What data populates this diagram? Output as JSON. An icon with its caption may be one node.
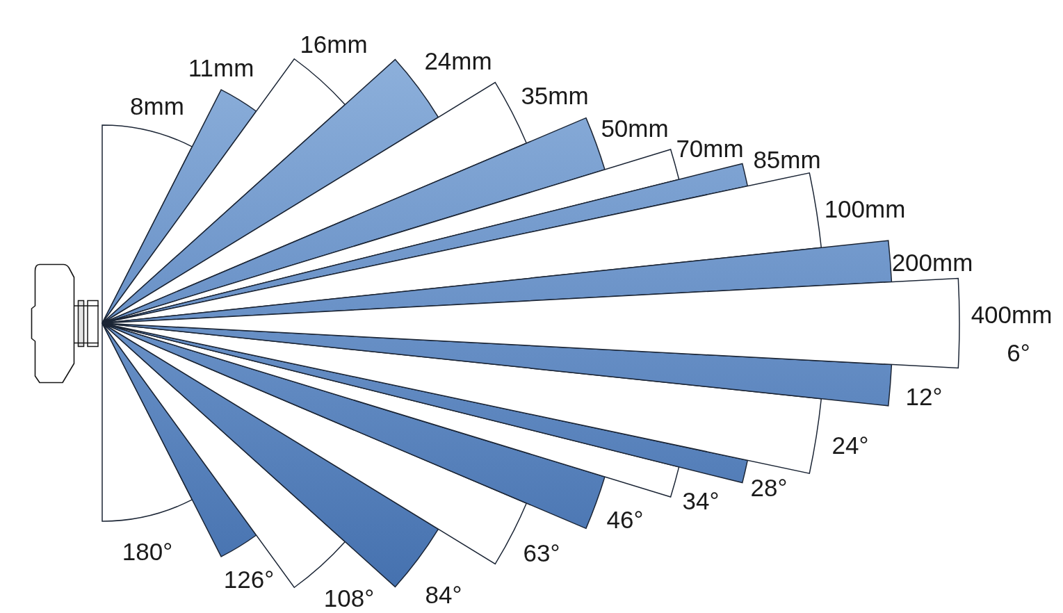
{
  "diagram": {
    "labels": [
      "8mm",
      "11mm",
      "16mm",
      "24mm",
      "35mm",
      "50mm",
      "70mm",
      "85mm",
      "100mm",
      "200mm",
      "400mm",
      "6°",
      "12°",
      "24°",
      "28°",
      "34°",
      "46°",
      "63°",
      "84°",
      "108°",
      "126°",
      "180°"
    ]
  }
}
